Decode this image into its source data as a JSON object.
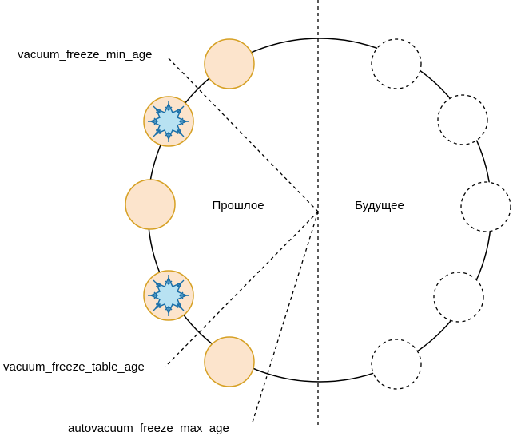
{
  "regions": {
    "past": "Прошлое",
    "future": "Будущее"
  },
  "parameters": {
    "min_age": "vacuum_freeze_min_age",
    "table_age": "vacuum_freeze_table_age",
    "max_age": "autovacuum_freeze_max_age"
  },
  "colors": {
    "past_fill": "#fce4cc",
    "past_stroke": "#d6a023",
    "frozen_fill": "#b8e2f2",
    "frozen_stroke": "#1a6fa8",
    "line": "#000000"
  },
  "icons": {
    "frozen": "snowflake-icon"
  }
}
